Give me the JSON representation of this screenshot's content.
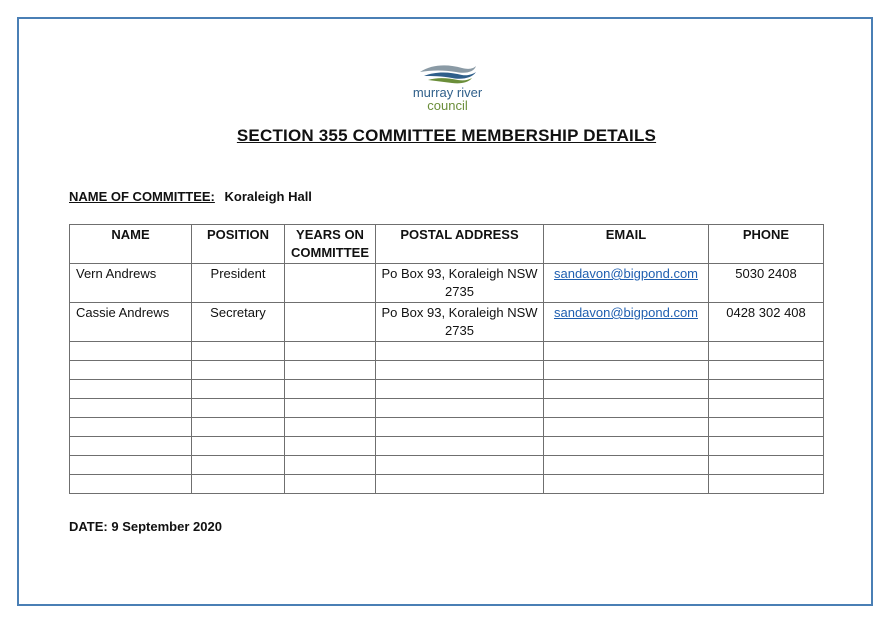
{
  "logo": {
    "line1": "murray river",
    "line2": "council",
    "colors": {
      "blue": "#2f5f8a",
      "green": "#6b8e3a",
      "grey": "#8a9aa5"
    }
  },
  "title": "SECTION 355 COMMITTEE MEMBERSHIP DETAILS",
  "committee": {
    "label": "NAME OF COMMITTEE:",
    "value": "Koraleigh Hall"
  },
  "table": {
    "headers": {
      "name": "NAME",
      "position": "POSITION",
      "years": "YEARS ON COMMITTEE",
      "address": "POSTAL ADDRESS",
      "email": "EMAIL",
      "phone": "PHONE"
    },
    "rows": [
      {
        "name": "Vern Andrews",
        "position": "President",
        "years": "",
        "address": "Po Box 93, Koraleigh NSW 2735",
        "email": "sandavon@bigpond.com",
        "phone": "5030 2408"
      },
      {
        "name": "Cassie Andrews",
        "position": "Secretary",
        "years": "",
        "address": "Po Box 93, Koraleigh NSW 2735",
        "email": "sandavon@bigpond.com",
        "phone": "0428 302 408"
      }
    ],
    "empty_rows": 8
  },
  "date": "DATE: 9 September 2020",
  "colors": {
    "border": "#4a7fb5",
    "link": "#1f5fb0"
  }
}
